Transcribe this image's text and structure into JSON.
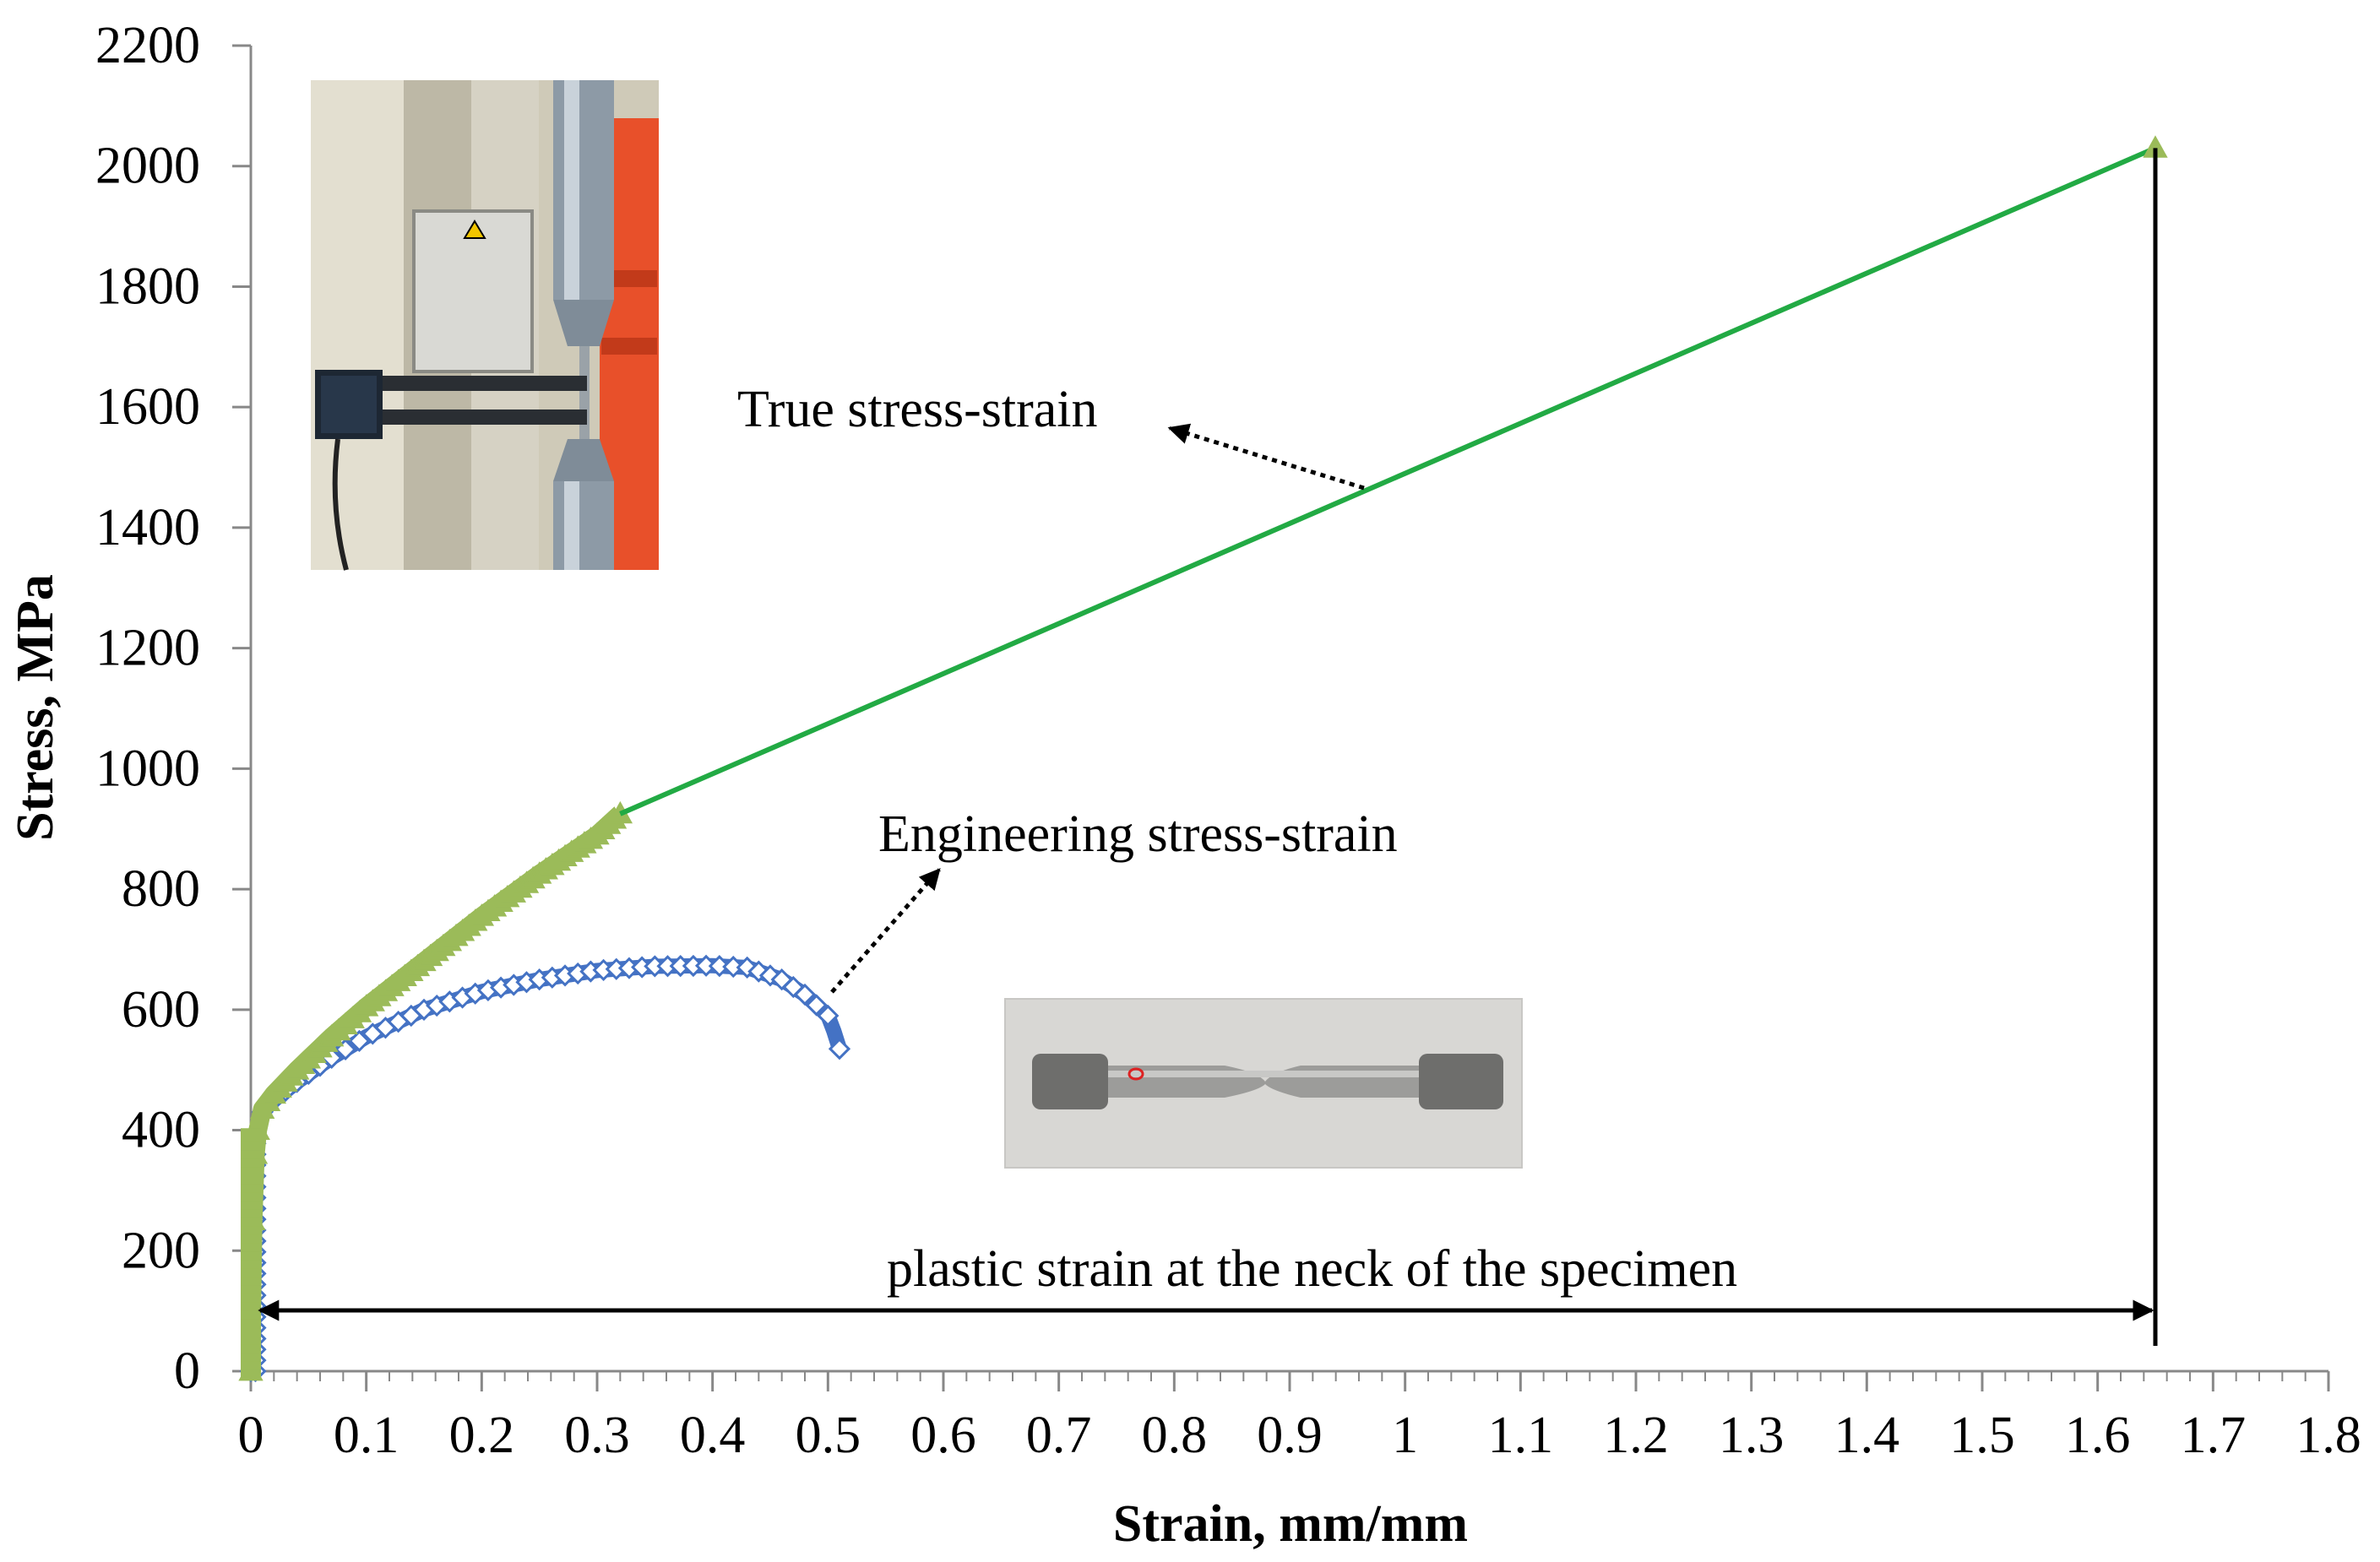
{
  "chart_data": {
    "type": "scatter",
    "xlabel": "Strain, mm/mm",
    "ylabel": "Stress, MPa",
    "xlim": [
      0,
      1.8
    ],
    "ylim": [
      0,
      2200
    ],
    "x_ticks": [
      "0",
      "0.1",
      "0.2",
      "0.3",
      "0.4",
      "0.5",
      "0.6",
      "0.7",
      "0.8",
      "0.9",
      "1",
      "1.1",
      "1.2",
      "1.3",
      "1.4",
      "1.5",
      "1.6",
      "1.7",
      "1.8"
    ],
    "y_ticks": [
      "0",
      "200",
      "400",
      "600",
      "800",
      "1000",
      "1200",
      "1400",
      "1600",
      "1800",
      "2000",
      "2200"
    ],
    "grid": false,
    "legend": "none",
    "series": [
      {
        "name": "Engineering stress-strain",
        "color": "#4472C4",
        "marker": "diamond",
        "x": [
          0,
          0.002,
          0.004,
          0.006,
          0.01,
          0.02,
          0.04,
          0.07,
          0.1,
          0.15,
          0.2,
          0.25,
          0.3,
          0.35,
          0.4,
          0.43,
          0.46,
          0.48,
          0.5,
          0.505,
          0.51
        ],
        "y": [
          0,
          250,
          360,
          400,
          430,
          450,
          480,
          520,
          555,
          600,
          630,
          650,
          665,
          672,
          673,
          670,
          650,
          625,
          590,
          565,
          535
        ]
      },
      {
        "name": "True stress-strain",
        "color": "#9BBB59",
        "marker": "triangle",
        "x": [
          0,
          0.002,
          0.004,
          0.006,
          0.01,
          0.02,
          0.04,
          0.07,
          0.1,
          0.15,
          0.2,
          0.25,
          0.3,
          0.32
        ],
        "y": [
          0,
          250,
          360,
          400,
          435,
          460,
          500,
          555,
          605,
          680,
          755,
          825,
          890,
          925
        ]
      },
      {
        "name": "True stress-strain",
        "color": "#22AA44",
        "marker": "none",
        "x": [
          0.32,
          1.65
        ],
        "y": [
          925,
          2030
        ]
      }
    ],
    "annotations": [
      {
        "text": "True stress-strain"
      },
      {
        "text": "Engineering stress-strain"
      },
      {
        "text": "plastic strain at the neck of the specimen"
      }
    ],
    "neck_strain_end": 1.65,
    "neck_stress_end": 2030
  }
}
